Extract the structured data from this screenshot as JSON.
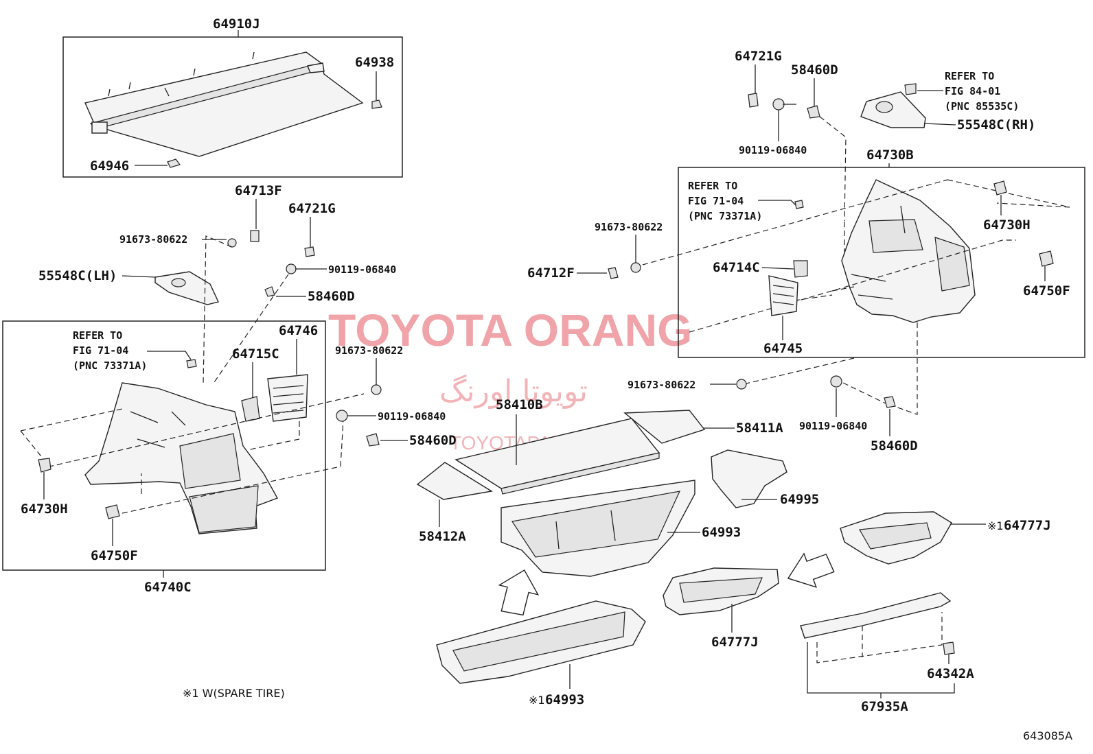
{
  "watermark": {
    "title": "TOYOTA ORANG",
    "persian": "تویوتا اورنگ",
    "url": "TOYOTAPART.IR"
  },
  "labels": {
    "p64910J": "64910J",
    "p64938": "64938",
    "p64946": "64946",
    "p64713F": "64713F",
    "p64721G_l": "64721G",
    "p91673_l1": "91673-80622",
    "p55548C_lh": "55548C(LH)",
    "p90119_l1": "90119-06840",
    "p58460D_l1": "58460D",
    "p64746": "64746",
    "p64715C": "64715C",
    "p91673_l2": "91673-80622",
    "p90119_l2": "90119-06840",
    "p58460D_l2": "58460D",
    "p64730H_l": "64730H",
    "p64750F_l": "64750F",
    "p64740C": "64740C",
    "p64721G_r": "64721G",
    "p58460D_r1": "58460D",
    "p90119_r1": "90119-06840",
    "p55548C_rh": "55548C(RH)",
    "p64730B": "64730B",
    "p91673_r1": "91673-80622",
    "p64712F": "64712F",
    "p64714C": "64714C",
    "p64745": "64745",
    "p64730H_r": "64730H",
    "p64750F_r": "64750F",
    "p91673_r2": "91673-80622",
    "p90119_r2": "90119-06840",
    "p58460D_r2": "58460D",
    "p58410B": "58410B",
    "p58411A": "58411A",
    "p58412A": "58412A",
    "p64995": "64995",
    "p64993": "64993",
    "p64777J_a": "64777J",
    "p64777J_b": "64777J",
    "p64993_b": "64993",
    "p64342A": "64342A",
    "p67935A": "67935A"
  },
  "refers": {
    "left": [
      "REFER TO",
      "FIG 71-04",
      "(PNC 73371A)"
    ],
    "right_box": [
      "REFER TO",
      "FIG 71-04",
      "(PNC 73371A)"
    ],
    "top_right": [
      "REFER TO",
      "FIG 84-01",
      "(PNC 85535C)"
    ]
  },
  "markers": {
    "star1_a": "※1",
    "star1_b": "※1"
  },
  "footnote": "※1 W(SPARE TIRE)",
  "figure_id": "643085A"
}
